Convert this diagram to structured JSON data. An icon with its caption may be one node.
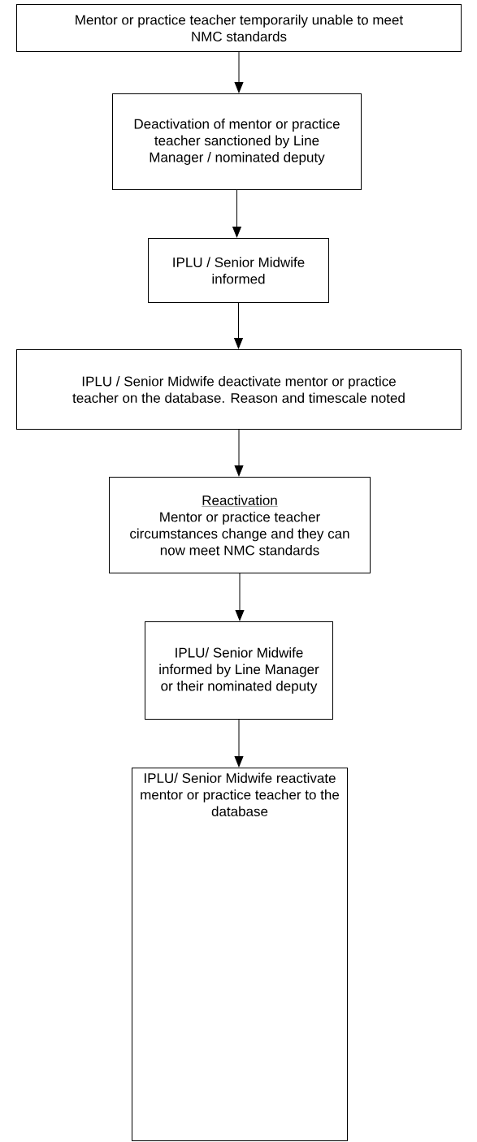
{
  "diagram": {
    "nodes": [
      {
        "text": [
          "Mentor or practice teacher temporarily unable to meet NMC standards"
        ]
      },
      {
        "text": [
          "Deactivation of mentor or practice teacher sanctioned by Line Manager / nominated deputy"
        ]
      },
      {
        "text": [
          "IPLU / Senior Midwife informed"
        ]
      },
      {
        "text": [
          "IPLU / Senior Midwife deactivate mentor or practice teacher on the database. Reason and timescale noted"
        ]
      },
      {
        "text": [
          "Reactivation",
          "Mentor or practice teacher circumstances change and they can now meet NMC standards"
        ]
      },
      {
        "text": [
          "IPLU/ Senior Midwife informed by Line Manager or their nominated deputy"
        ]
      },
      {
        "text": [
          "IPLU/ Senior Midwife reactivate mentor or practice teacher to the database"
        ]
      }
    ],
    "edges": [
      {
        "from": 0,
        "to": 1,
        "arrow": "to"
      },
      {
        "from": 1,
        "to": 2,
        "arrow": "to"
      },
      {
        "from": 2,
        "to": 3,
        "arrow": "to"
      },
      {
        "from": 3,
        "to": 4,
        "arrow": "to"
      },
      {
        "from": 4,
        "to": 5,
        "arrow": "to"
      },
      {
        "from": 5,
        "to": 6,
        "arrow": "to"
      }
    ]
  }
}
